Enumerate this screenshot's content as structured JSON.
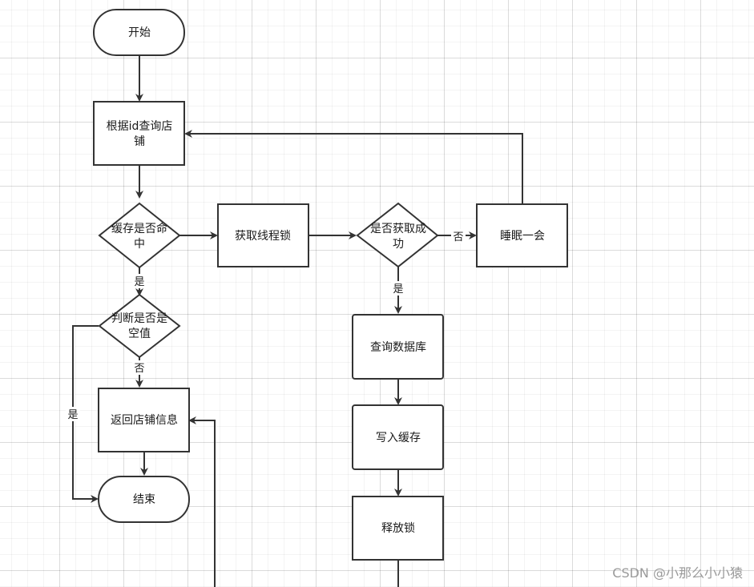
{
  "nodes": {
    "start": "开始",
    "query_shop": [
      "根据id查询店",
      "铺"
    ],
    "cache_hit": [
      "缓存是否命",
      "中"
    ],
    "get_lock": "获取线程锁",
    "lock_success": [
      "是否获取成",
      "功"
    ],
    "sleep": "睡眠一会",
    "is_empty": [
      "判断是否是",
      "空值"
    ],
    "query_db": "查询数据库",
    "write_cache": "写入缓存",
    "release_lock": "释放锁",
    "return_shop": "返回店铺信息",
    "end": "结束"
  },
  "edge_labels": {
    "hit_yes": "是",
    "empty_no": "否",
    "empty_yes": "是",
    "lock_no": "否",
    "lock_yes": "是"
  },
  "watermark": "CSDN @小那么小小猿"
}
